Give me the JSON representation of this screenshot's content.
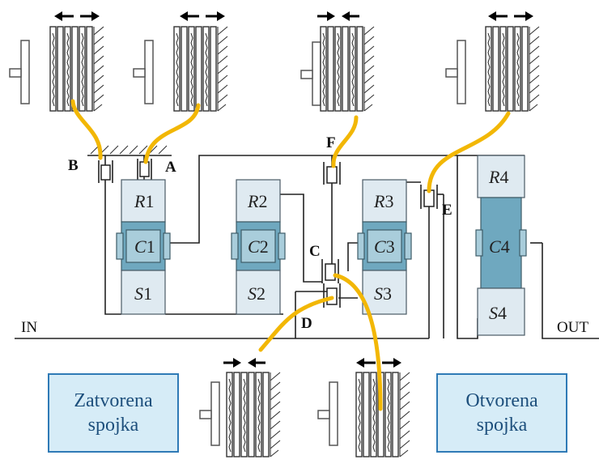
{
  "labels": {
    "clutch_B": "B",
    "clutch_A": "A",
    "clutch_F": "F",
    "clutch_E": "E",
    "clutch_C": "C",
    "clutch_D": "D",
    "input": "IN",
    "output": "OUT"
  },
  "planetary_sets": [
    {
      "ring": "R",
      "ring_num": "1",
      "carrier": "C",
      "carrier_num": "1",
      "sun": "S",
      "sun_num": "1"
    },
    {
      "ring": "R",
      "ring_num": "2",
      "carrier": "C",
      "carrier_num": "2",
      "sun": "S",
      "sun_num": "2"
    },
    {
      "ring": "R",
      "ring_num": "3",
      "carrier": "C",
      "carrier_num": "3",
      "sun": "S",
      "sun_num": "3"
    },
    {
      "ring": "R",
      "ring_num": "4",
      "carrier": "C",
      "carrier_num": "4",
      "sun": "S",
      "sun_num": "4"
    }
  ],
  "legend": {
    "closed_line1": "Zatvorena",
    "closed_line2": "spojka",
    "open_line1": "Otvorena",
    "open_line2": "spojka"
  },
  "colors": {
    "actuation_line": "#f2b705",
    "carrier_fill": "#6fa8bf",
    "ring_fill": "#dfeaf1",
    "legend_fill": "#d6ecf7",
    "legend_border": "#2f7ab6"
  }
}
